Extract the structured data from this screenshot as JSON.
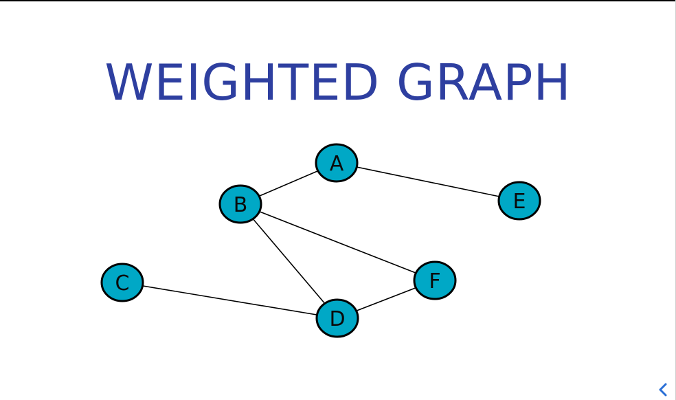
{
  "slide": {
    "title": "WEIGHTED GRAPH"
  },
  "colors": {
    "title": "#2e3fa0",
    "node_fill": "#00a8c6",
    "node_stroke": "#000000",
    "edge": "#000000",
    "control": "#2a6fd6"
  },
  "graph": {
    "nodes": [
      {
        "id": "A",
        "label": "A"
      },
      {
        "id": "B",
        "label": "B"
      },
      {
        "id": "C",
        "label": "C"
      },
      {
        "id": "D",
        "label": "D"
      },
      {
        "id": "E",
        "label": "E"
      },
      {
        "id": "F",
        "label": "F"
      }
    ],
    "edges": [
      {
        "from": "B",
        "to": "A"
      },
      {
        "from": "A",
        "to": "E"
      },
      {
        "from": "B",
        "to": "F"
      },
      {
        "from": "B",
        "to": "D"
      },
      {
        "from": "C",
        "to": "D"
      },
      {
        "from": "D",
        "to": "F"
      }
    ]
  },
  "controls": {
    "prev_icon": "chevron-left-icon"
  }
}
